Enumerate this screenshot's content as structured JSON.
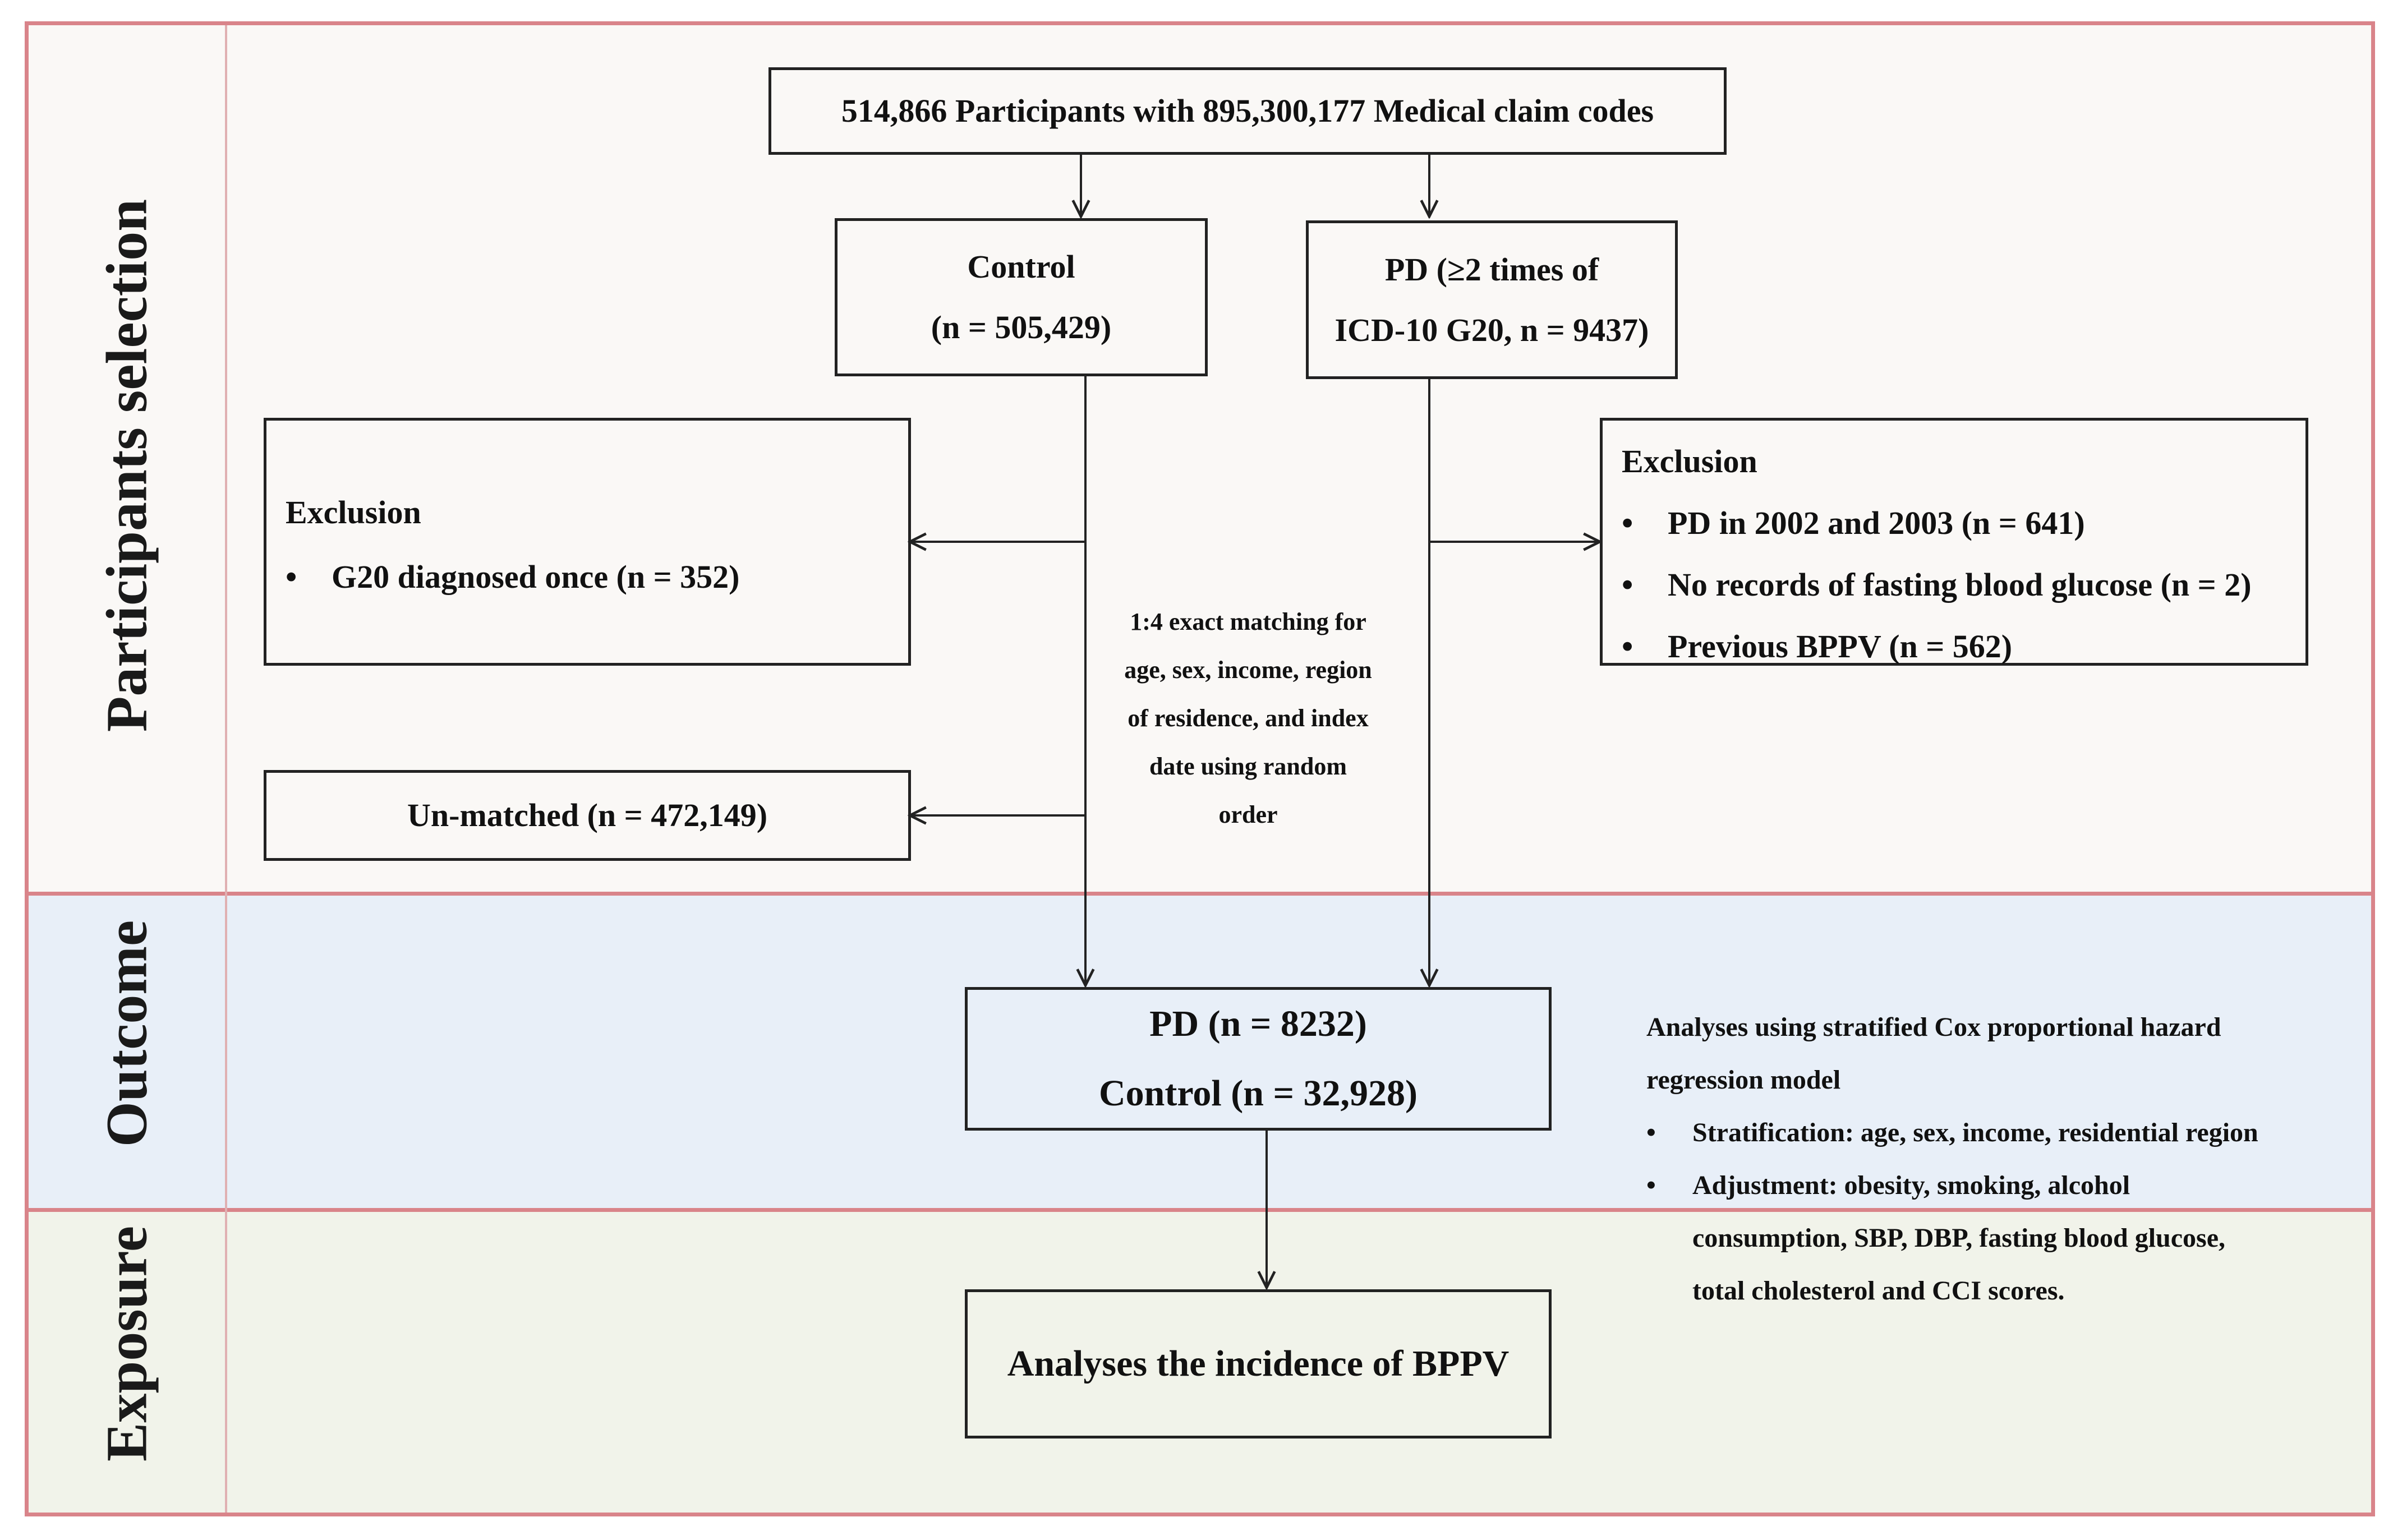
{
  "side_labels": {
    "selection": "Participants selection",
    "outcome": "Outcome",
    "exposure": "Exposure"
  },
  "top_box": "514,866 Participants with 895,300,177 Medical claim codes",
  "control_box": {
    "line1": "Control",
    "line2": "(n = 505,429)"
  },
  "pd_box": {
    "line1": "PD (≥2 times of",
    "line2": "ICD-10 G20, n = 9437)"
  },
  "exclusion_left": {
    "title": "Exclusion",
    "items": [
      "G20 diagnosed once (n = 352)"
    ]
  },
  "exclusion_right": {
    "title": "Exclusion",
    "items": [
      "PD in 2002 and 2003 (n = 641)",
      "No records of  fasting blood glucose (n = 2)",
      "Previous BPPV (n = 562)"
    ]
  },
  "unmatched_box": "Un-matched (n = 472,149)",
  "matching_note": [
    "1:4 exact matching for",
    "age, sex, income, region",
    "of residence, and index",
    "date using random",
    "order"
  ],
  "outcome_box": {
    "line1": "PD (n = 8232)",
    "line2": "Control (n = 32,928)"
  },
  "analysis_note": {
    "title_lines": [
      "Analyses using stratified Cox proportional hazard",
      "regression model"
    ],
    "stratification": "Stratification: age, sex, income, residential region",
    "adjustment_lines": [
      "Adjustment: obesity, smoking, alcohol",
      "consumption, SBP, DBP, fasting blood glucose,",
      "total cholesterol and CCI scores."
    ]
  },
  "exposure_box": "Analyses the incidence of BPPV",
  "colors": {
    "frame": "#d9848a",
    "selection_band": "#faf8f6",
    "outcome_band": "#e8eff8",
    "exposure_band": "#f1f3ea"
  }
}
